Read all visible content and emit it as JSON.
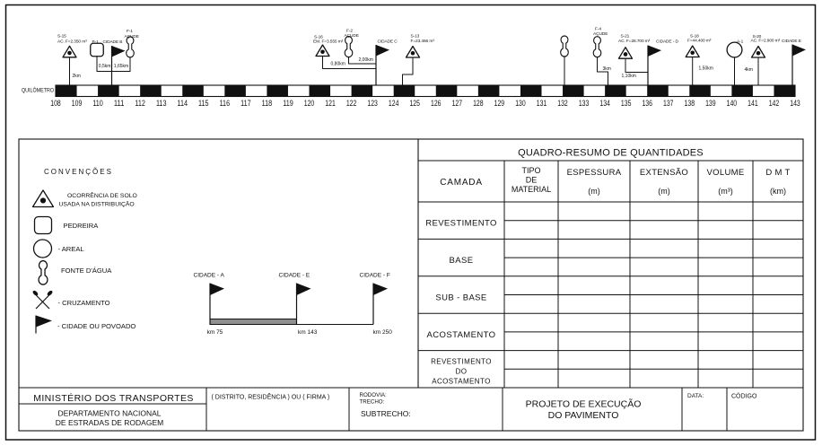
{
  "colors": {
    "ink": "#111111",
    "paper": "#ffffff",
    "route_bar_fill": "#8f8f8f"
  },
  "linear_scheme": {
    "axis_label": "QUILÔMETRO",
    "km_start": 108,
    "km_end": 143,
    "occurrences": [
      {
        "type": "soil-occurrence",
        "lines": [
          "S-15",
          "AC. F=2.350 m³"
        ],
        "leader_text": "2km"
      },
      {
        "type": "quarry",
        "lines": [
          "P-1"
        ],
        "leader_text": "0,5km"
      },
      {
        "type": "city",
        "lines": [
          "CIDADE B"
        ]
      },
      {
        "type": "water-source",
        "lines": [
          "F-1",
          "AÇUDE"
        ],
        "leader_text": "1,65km"
      },
      {
        "type": "soil-occurrence",
        "lines": [
          "S-16",
          "EM. F=3.555 m³"
        ],
        "leader_text": "0,80km"
      },
      {
        "type": "water-source",
        "lines": [
          "F-2",
          "AÇUDE"
        ],
        "leader_text": "2,00km"
      },
      {
        "type": "city",
        "lines": [
          "CIDADE C"
        ]
      },
      {
        "type": "soil-occurrence",
        "lines": [
          "S-13",
          "F=23.466 m³"
        ]
      },
      {
        "type": "water-source",
        "lines": []
      },
      {
        "type": "water-source",
        "lines": [
          "F-4",
          "AÇUDE"
        ],
        "leader_text": "3km"
      },
      {
        "type": "soil-occurrence",
        "lines": [
          "S-21",
          "AC. F=28.700 m³"
        ],
        "leader_text": "1,10km"
      },
      {
        "type": "city",
        "lines": [
          "CIDADE - D"
        ]
      },
      {
        "type": "soil-occurrence",
        "lines": [
          "S-18",
          "F=44.400 m³"
        ],
        "leader_text": "1,50km"
      },
      {
        "type": "sand-pit",
        "lines": [
          "A-1"
        ],
        "leader_text": "4km"
      },
      {
        "type": "soil-occurrence",
        "lines": [
          "S-20",
          "AC. F=2.900 m³"
        ]
      },
      {
        "type": "city",
        "lines": [
          "CIDADE E"
        ]
      }
    ]
  },
  "legend": {
    "title": "CONVENÇÕES",
    "items": [
      {
        "symbol": "soil-occurrence",
        "label_lines": [
          "OCORRÊNCIA DE SOLO",
          "USADA NA DISTRIBUIÇÃO"
        ]
      },
      {
        "symbol": "quarry",
        "label_lines": [
          "PEDREIRA"
        ]
      },
      {
        "symbol": "sand-pit",
        "label_lines": [
          "- AREAL"
        ]
      },
      {
        "symbol": "water-source",
        "label_lines": [
          "FONTE D'ÁGUA"
        ]
      },
      {
        "symbol": "crossing",
        "label_lines": [
          "- CRUZAMENTO"
        ]
      },
      {
        "symbol": "city",
        "label_lines": [
          "- CIDADE OU POVOADO"
        ]
      }
    ]
  },
  "route_map": {
    "cities": [
      {
        "name": "CIDADE - A",
        "km_label": "km 75"
      },
      {
        "name": "CIDADE - E",
        "km_label": "km 143"
      },
      {
        "name": "CIDADE - F",
        "km_label": "km 250"
      }
    ]
  },
  "table": {
    "title": "QUADRO-RESUMO DE QUANTIDADES",
    "columns": [
      {
        "label_lines": [
          "CAMADA"
        ],
        "unit": ""
      },
      {
        "label_lines": [
          "TIPO",
          "DE",
          "MATERIAL"
        ],
        "unit": ""
      },
      {
        "label_lines": [
          "ESPESSURA"
        ],
        "unit": "(m)"
      },
      {
        "label_lines": [
          "EXTENSÃO"
        ],
        "unit": "(m)"
      },
      {
        "label_lines": [
          "VOLUME"
        ],
        "unit": "(m³)"
      },
      {
        "label_lines": [
          "D M T"
        ],
        "unit": "(km)"
      }
    ],
    "rows": [
      {
        "label_lines": [
          "REVESTIMENTO"
        ]
      },
      {
        "label_lines": [
          "BASE"
        ]
      },
      {
        "label_lines": [
          "SUB - BASE"
        ]
      },
      {
        "label_lines": [
          "ACOSTAMENTO"
        ]
      },
      {
        "label_lines": [
          "REVESTIMENTO",
          "DO",
          "ACOSTAMENTO"
        ]
      }
    ]
  },
  "title_block": {
    "ministry": "MINISTÉRIO  DOS  TRANSPORTES",
    "department_lines": [
      "DEPARTAMENTO  NACIONAL",
      "DE ESTRADAS DE RODAGEM"
    ],
    "district": "( DISTRITO, RESIDÊNCIA ) OU ( FIRMA )",
    "road_label": "RODOVIA:",
    "stretch_label": "TRECHO:",
    "substretch_label": "SUBTRECHO:",
    "project_lines": [
      "PROJETO DE EXECUÇÃO",
      "DO PAVIMENTO"
    ],
    "date_label": "DATA:",
    "code_label": "CÓDIGO"
  }
}
